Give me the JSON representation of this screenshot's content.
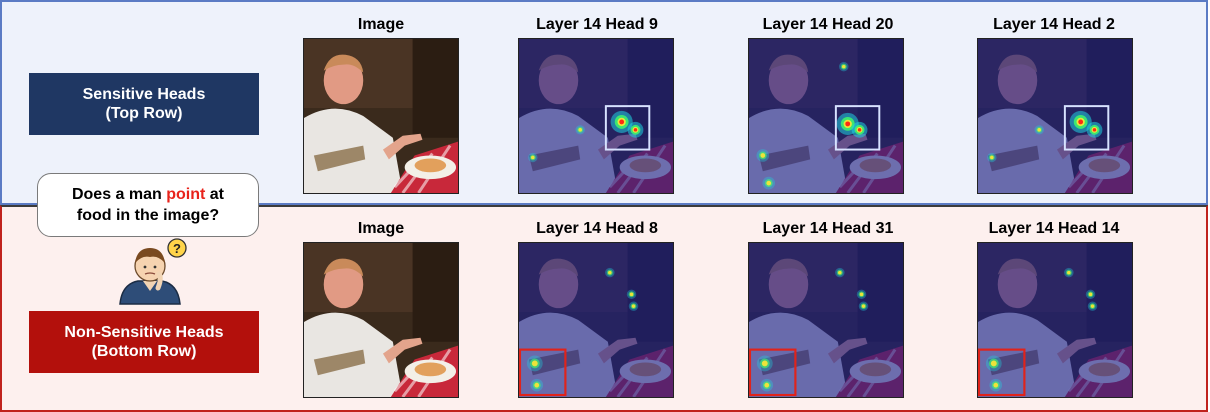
{
  "question": {
    "before": "Does a man",
    "highlight": "point",
    "after": "at",
    "line2": "food in the image?",
    "question_mark": "?"
  },
  "rows": [
    {
      "label_line1": "Sensitive Heads",
      "label_line2": "(Top Row)",
      "columns": [
        "Image",
        "Layer 14 Head 9",
        "Layer 14 Head 20",
        "Layer 14 Head 2"
      ]
    },
    {
      "label_line1": "Non-Sensitive Heads",
      "label_line2": "(Bottom Row)",
      "columns": [
        "Image",
        "Layer 14 Head 8",
        "Layer 14 Head 31",
        "Layer 14 Head 14"
      ]
    }
  ],
  "colors": {
    "sensitive_box": "#1f3763",
    "non_sensitive_box": "#b3100c",
    "top_band_border": "#5b7bc4",
    "bottom_band_border": "#c0221d",
    "highlight_word": "#e8231b"
  }
}
